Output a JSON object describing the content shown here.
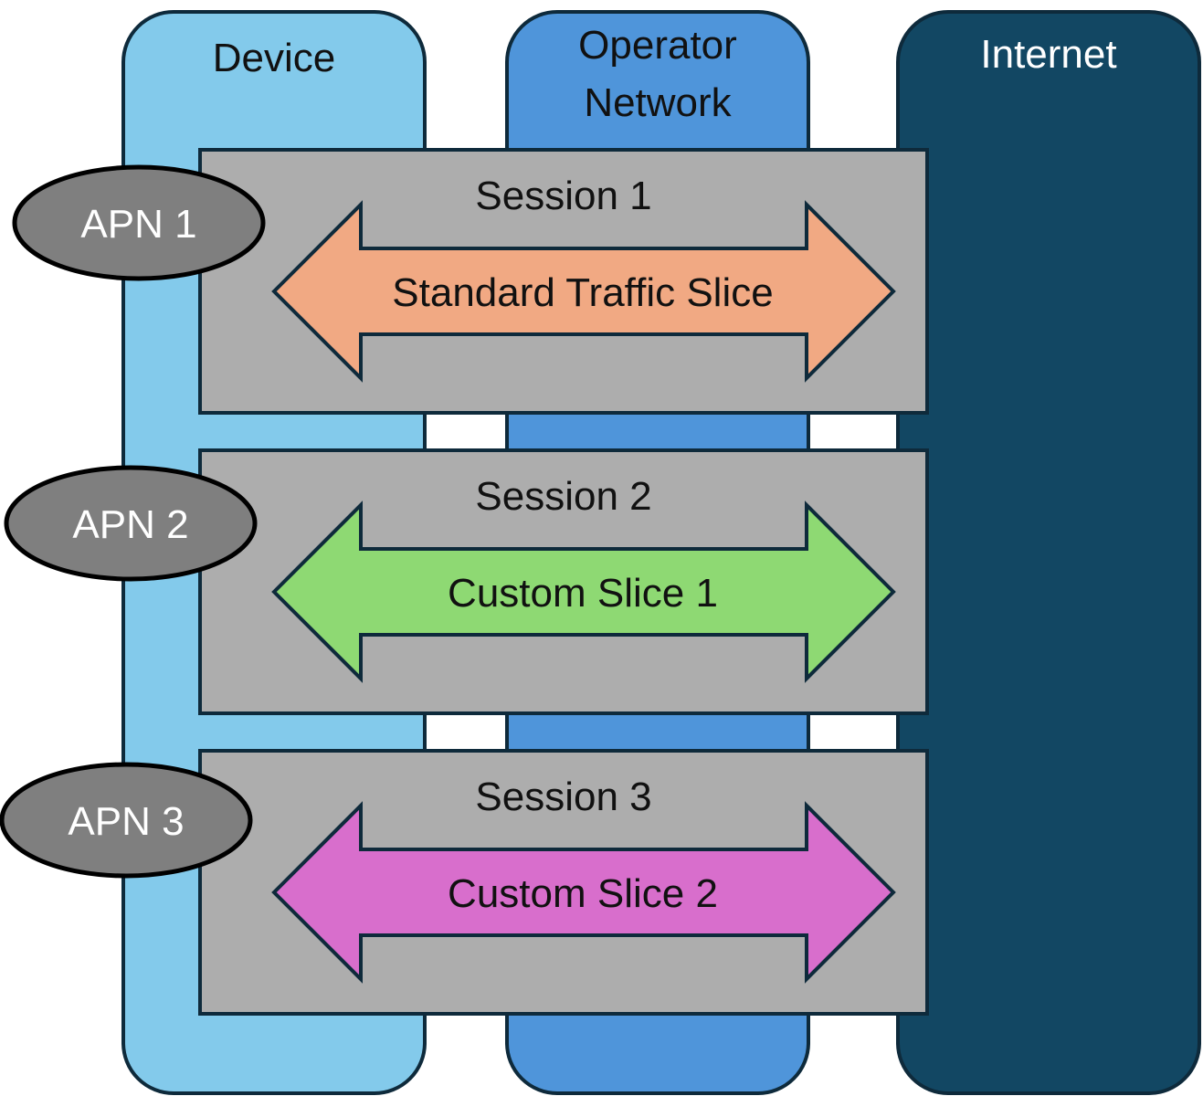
{
  "diagram": {
    "columns": [
      {
        "id": "device",
        "label_lines": [
          "Device"
        ],
        "fill": "#83CAEB",
        "text_color": "#111111"
      },
      {
        "id": "operator-network",
        "label_lines": [
          "Operator",
          "Network"
        ],
        "fill": "#4F95DA",
        "text_color": "#111111"
      },
      {
        "id": "internet",
        "label_lines": [
          "Internet"
        ],
        "fill": "#124763",
        "text_color": "#ffffff"
      }
    ],
    "sessions": [
      {
        "title": "Session 1",
        "slice": "Standard Traffic Slice",
        "slice_color": "#F1A983",
        "apn": "APN 1"
      },
      {
        "title": "Session 2",
        "slice": "Custom Slice 1",
        "slice_color": "#8ED973",
        "apn": "APN 2"
      },
      {
        "title": "Session 3",
        "slice": "Custom Slice 2",
        "slice_color": "#D86ECC",
        "apn": "APN 3"
      }
    ],
    "colors": {
      "outline": "#0E2A3B",
      "session_box": "#ADADAD",
      "apn_fill": "#7F7F7F",
      "apn_outline": "#000000"
    }
  }
}
